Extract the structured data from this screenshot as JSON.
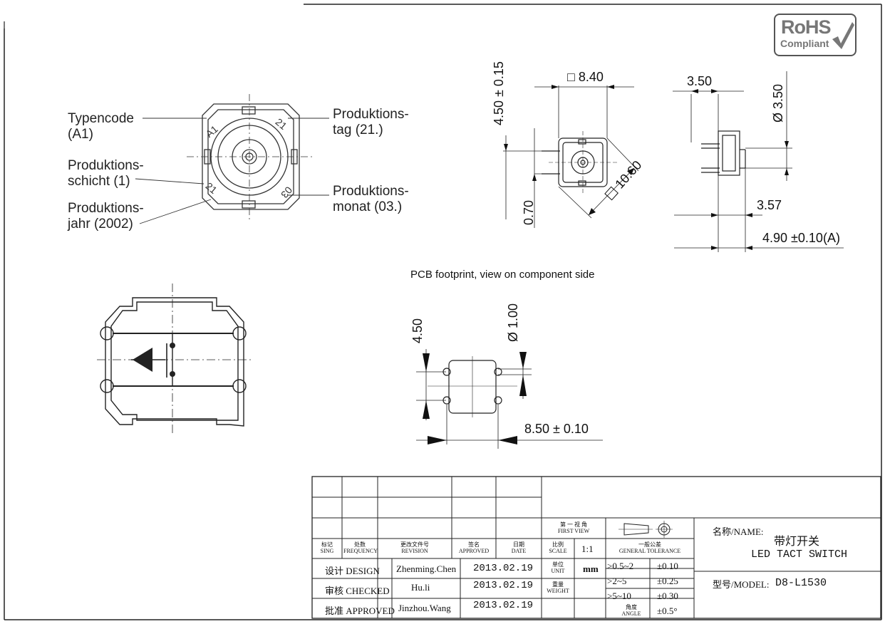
{
  "rohs": {
    "line1": "RoHS",
    "line2": "Compliant"
  },
  "callouts": {
    "typencode": [
      "Typencode",
      "(A1)"
    ],
    "schicht": [
      "Produktions-",
      "schicht (1)"
    ],
    "jahr": [
      "Produktions-",
      "jahr (2002)"
    ],
    "tag": [
      "Produktions-",
      "tag (21.)"
    ],
    "monat": [
      "Produktions-",
      "monat (03.)"
    ]
  },
  "part_marks": {
    "code": "A1",
    "day": "21",
    "year": "21",
    "month": "03"
  },
  "dims": {
    "height": "4.50 ± 0.15",
    "body_width": "□ 8.40",
    "lead_height": "0.70",
    "diagonal": "10.60",
    "side_width": "3.50",
    "side_diameter": "Ø 3.50",
    "side_357": "3.57",
    "side_total": "4.90 ±0.10(A)"
  },
  "pcb": {
    "title": "PCB footprint, view on component side",
    "pitch_v": "4.50",
    "hole_d": "Ø 1.00",
    "pitch_h": "8.50 ± 0.10"
  },
  "title_block": {
    "hdr_mark": "标记",
    "hdr_mark_en": "SING",
    "hdr_freq": "处数",
    "hdr_freq_en": "FREQUENCY",
    "hdr_rev": "更改文件号",
    "hdr_rev_en": "REVISION",
    "hdr_sign": "签名",
    "hdr_sign_en": "APPROVED",
    "hdr_date": "日期",
    "hdr_date_en": "DATE",
    "first_view": "第 一 视 角",
    "first_view_en": "FIRST VIEW",
    "scale_cn": "比例",
    "scale_en": "SCALE",
    "scale_val": "1:1",
    "tol_cn": "一般公差",
    "tol_en": "GENERAL TOLERANCE",
    "unit_cn": "单位",
    "unit_en": "UNIT",
    "unit_val": "mm",
    "weight_cn": "重量",
    "weight_en": "WEIGHT",
    "design_label": "设计 DESIGN",
    "design_name": "Zhenming.Chen",
    "design_date": "2013.02.19",
    "checked_label": "审核 CHECKED",
    "checked_name": "Hu.li",
    "checked_date": "2013.02.19",
    "approved_label": "批准 APPROVED",
    "approved_name": "Jinzhou.Wang",
    "approved_date": "2013.02.19",
    "tolerances": [
      {
        "range": ">0.5~2",
        "tol": "±0.10"
      },
      {
        "range": ">2~5",
        "tol": "±0.25"
      },
      {
        "range": ">5~10",
        "tol": "±0.30"
      },
      {
        "range": "角度 ANGLE",
        "tol": "±0.5°"
      }
    ],
    "name_label": "名称/NAME:",
    "name_cn": "带灯开关",
    "name_en": "LED TACT SWITCH",
    "model_label": "型号/MODEL:",
    "model_val": "D8-L1530"
  }
}
